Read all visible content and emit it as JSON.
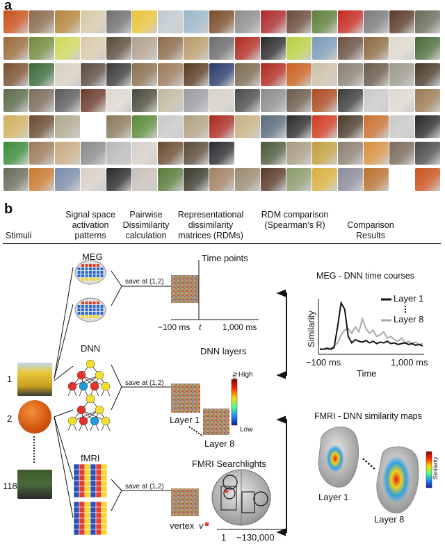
{
  "panels": {
    "a": "a",
    "b": "b"
  },
  "headers": {
    "stimuli": "Stimuli",
    "signal": "Signal space activation patterns",
    "pairwise": "Pairwise Dissimilarity calculation",
    "rdm": "Representational dissimilarity matrices (RDMs)",
    "rdm_comp": "RDM comparison (Spearman’s R)",
    "comp_results": "Comparison Results"
  },
  "stimuli": {
    "label1": "1",
    "label2": "2",
    "label118": "118"
  },
  "rows": {
    "meg": "MEG",
    "dnn": "DNN",
    "fmri": "fMRI",
    "save": "save at (1,2)",
    "time_points": "Time points",
    "dnn_layers": "DNN layers",
    "fmri_search": "FMRI Searchlights",
    "t_neg": "−100 ms",
    "t_mid": "t",
    "t_end": "1,000 ms",
    "layer1": "Layer 1",
    "layer8": "Layer 8",
    "high": "High",
    "low": "Low",
    "dissim": "Dissimilarity",
    "vertex": "vertex",
    "vertex_v": "v",
    "v_start": "1",
    "v_end": "~130,000"
  },
  "results": {
    "meg_title": "MEG - DNN time courses",
    "layer1": "Layer 1",
    "layer8": "Layer 8",
    "ylabel": "Similarity",
    "x0": "−100 ms",
    "x1": "1,000 ms",
    "xlabel": "Time",
    "fmri_title": "FMRI - DNN similarity maps",
    "map_layer1": "Layer 1",
    "map_layer8": "Layer 8",
    "sim": "Similarity"
  },
  "colors": {
    "dnn_red": "#e5322b",
    "dnn_yellow": "#f2e12b",
    "dnn_blue": "#1f9bd7",
    "fmri_red": "#e63c2a",
    "fmri_yellow": "#f4d72a",
    "fmri_blue": "#2a4fb8"
  },
  "thumbnail_colors": [
    "#c9511d",
    "#8a6a4a",
    "#b5833c",
    "#d6c7a8",
    "#6f6f6f",
    "#e8c23a",
    "#bfc9cf",
    "#9bb6c9",
    "#7a4b2a",
    "#8d8d8d",
    "#aa2a2a",
    "#6a4a3a",
    "#5f7f3a",
    "#c42a20",
    "#7a7a7a",
    "#5a3a2a",
    "#6a6a5a",
    "#9a6a3a",
    "#6f8a3a",
    "#cfd85a",
    "#d8c8a8",
    "#5a4a3a",
    "#b0a090",
    "#8a6a4a",
    "#b89a6a",
    "#6a6a6a",
    "#b02a20",
    "#2a2a2a",
    "#b8d040",
    "#7a9ab8",
    "#6a5040",
    "#8a6a40",
    "#ddd8cc",
    "#4a6a3a",
    "#7a5030",
    "#3a6a3a",
    "#d8d0c0",
    "#5a4a40",
    "#3a3a3a",
    "#8a7050",
    "#9a7a5a",
    "#5a3a20",
    "#2a3a6a",
    "#7a6a50",
    "#b02a20",
    "#c86020",
    "#ccc0a8",
    "#8a8070",
    "#6a5a4a",
    "#9a9a8a",
    "#4a3a2a",
    "#5a6a4a",
    "#7a6a5a",
    "#5a5a5a",
    "#6a3a2a",
    "#ddd8d0",
    "#4a4a3a",
    "#c0b8a0",
    "#9a9aa0",
    "#d8d0c8",
    "#4a4a4a",
    "#8a8a8a",
    "#6a5a4a",
    "#aa4a20",
    "#3a3a3a",
    "#c8c8c8",
    "#ddd8d0",
    "#9a7a50",
    "#d0b060",
    "#6a4a30",
    "#b0a890",
    "#aaa",
    "#8a7a5a",
    "#5a8a3a",
    "#c8c8c8",
    "#b0a080",
    "#aa2a20",
    "#c8b080",
    "#5a6a7a",
    "#2a2a2a",
    "#d03a20",
    "#4a3a2a",
    "#c87030",
    "#c8c8c8",
    "#2a2a2a",
    "#3a8a3a",
    "#9a7a5a",
    "#c8a880",
    "#8a8a8a",
    "#b8b8b8",
    "#d8d0c8",
    "#6a4a30",
    "#5a4a3a",
    "#2a2a30",
    "#ccc",
    "#4a5a3a",
    "#a89a80",
    "#c0a040",
    "#8a8070",
    "#d89040",
    "#7a6a5a",
    "#4a4a4a",
    "#6a6a5a",
    "#c87a30",
    "#7a8aaa",
    "#d8d0c8",
    "#2a2a2a",
    "#c8c0b8",
    "#5a7a3a",
    "#3a3a2a",
    "#a08060",
    "#9a8a70",
    "#5a3a2a",
    "#8a9a6a",
    "#d8b040",
    "#8a8a9a",
    "#b87030",
    "#ccc"
  ]
}
